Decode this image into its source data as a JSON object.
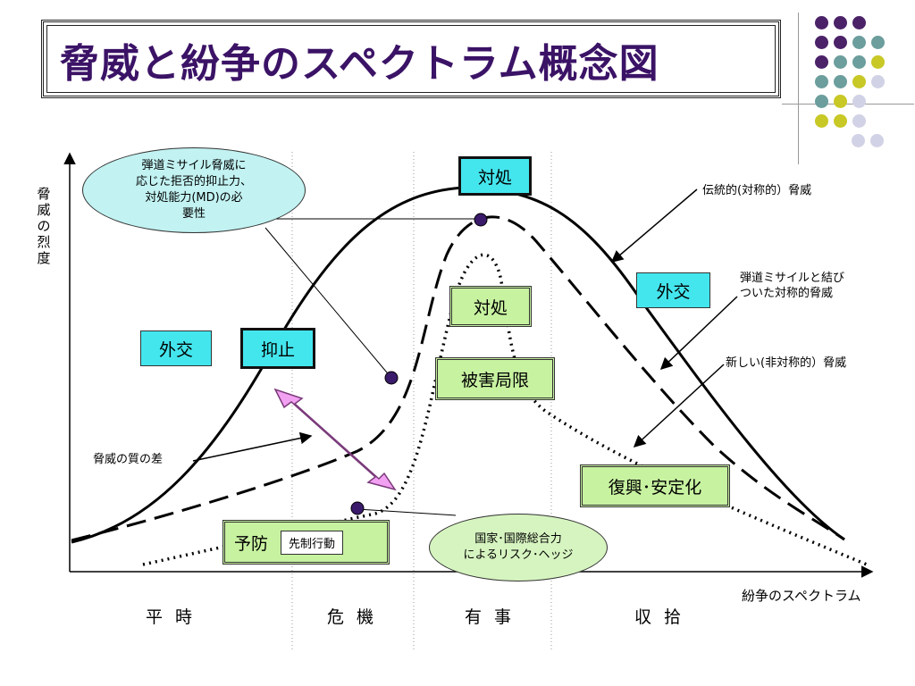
{
  "title": "脅威と紛争のスペクトラム概念図",
  "axes": {
    "ylabel": "脅威の烈度",
    "xlabel": "紛争のスペクトラム"
  },
  "phases": [
    "平時",
    "危機",
    "有事",
    "収拾"
  ],
  "boxes": {
    "taisho_top": "対処",
    "taisho_mid": "対処",
    "gaiko_left": "外交",
    "gaiko_right": "外交",
    "yokushi": "抑止",
    "higai": "被害局限",
    "fukko": "復興･安定化",
    "yobo": "予防",
    "sensei": "先制行動"
  },
  "ellipses": {
    "top_lines": [
      "弾道ミサイル脅威に",
      "応じた拒否的抑止力、",
      "対処能力(MD)の必",
      "要性"
    ],
    "bottom_lines": [
      "国家･国際総合力",
      "によるリスク･ヘッジ"
    ]
  },
  "labels": {
    "traditional": "伝統的(対称的）脅威",
    "missile_lines": [
      "弾道ミサイルと結び",
      "ついた対称的脅威"
    ],
    "new_threat": "新しい(非対称的）脅威",
    "quality_diff": "脅威の質の差"
  },
  "colors": {
    "title": "#3b1366",
    "cyan_box": "#44e6ee",
    "green_box": "#c7f2a0",
    "ellipse_fill": "#c2f2f2",
    "ellipse_green": "#d6f4c0",
    "marker": "#3a1a6a",
    "arrow_pink": "#f2a0f2"
  }
}
